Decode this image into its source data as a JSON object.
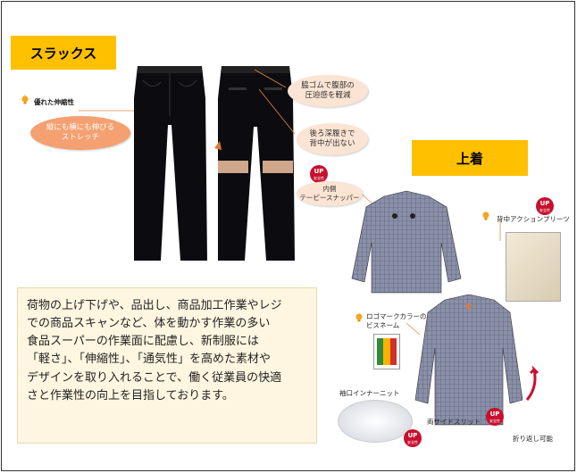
{
  "slacks": {
    "title": "スラックス",
    "feature_stretch_title": "優れた伸縮性",
    "feature_stretch_bubble": [
      "縦にも横にも伸びる",
      "ストレッチ"
    ],
    "feature_waist_bubble": [
      "脇ゴムで腹部の",
      "圧迫感を軽減"
    ],
    "feature_back_bubble": [
      "後ろ深履きで",
      "背中が出ない"
    ]
  },
  "jacket": {
    "title": "上着",
    "inner_snapper": [
      "内側",
      "テーピースナッパー"
    ],
    "back_pleats": "背中アクションプリーツ",
    "logo_collar": [
      "ロゴマークカラーの",
      "ビスネーム"
    ],
    "cuff_knit": "袖口インナーニット",
    "side_slit": "両サイドスリット",
    "foldable": "折り返し可能",
    "up_badge_text": [
      "UP",
      "安全性"
    ]
  },
  "description": {
    "lines": [
      "荷物の上げ下げや、品出し、商品加工作業やレジ",
      "での商品スキャンなど、体を動かす作業の多い",
      "食品スーパーの作業面に配慮し、新制服には",
      "「軽さ」、「伸縮性」、「通気性」を高めた素材や",
      "デザインを取り入れることで、働く従業員の快適",
      "さと作業性の向上を目指しております。"
    ]
  },
  "colors": {
    "label_yellow": "#ffc000",
    "bubble_peach": "#fbe4d3",
    "bubble_orange": "#f4a070",
    "desc_bg": "#fef6e0",
    "badge_red": "#c8102e"
  }
}
